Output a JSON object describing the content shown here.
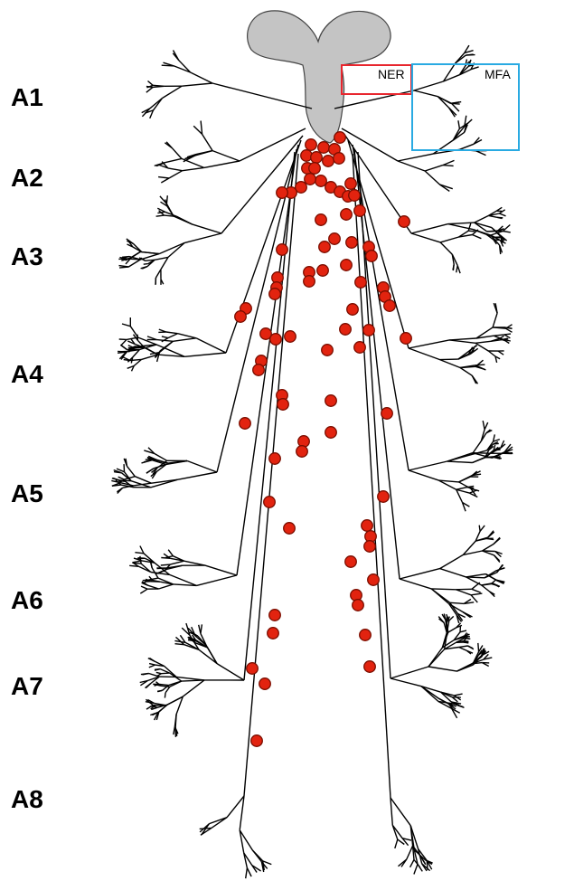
{
  "segments": [
    "A1",
    "A2",
    "A3",
    "A4",
    "A5",
    "A6",
    "A7",
    "A8"
  ],
  "boxes": {
    "ner": {
      "label": "NER",
      "color": "#e8262e"
    },
    "mfa": {
      "label": "MFA",
      "color": "#29aae2"
    }
  },
  "colors": {
    "brain": "#c4c4c4",
    "neuron_stroke": "#000000",
    "cell_fill": "#e2230f",
    "cell_stroke": "#7a0e00"
  }
}
